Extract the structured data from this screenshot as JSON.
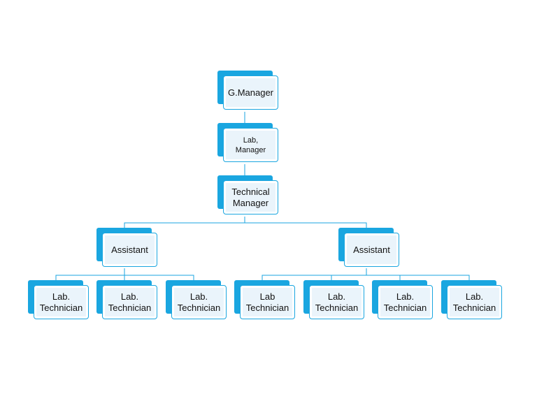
{
  "colors": {
    "accent": "#1aa6e0",
    "line": "#1aa6e0",
    "fill": "#eaf4fb"
  },
  "nodes": {
    "general_manager": {
      "label": "G.Manager"
    },
    "lab_manager": {
      "label": "Lab,\nManager"
    },
    "technical_manager": {
      "label": "Technical\nManager"
    },
    "assistant_left": {
      "label": "Assistant"
    },
    "assistant_right": {
      "label": "Assistant"
    },
    "tech_1": {
      "label": "Lab.\nTechnician"
    },
    "tech_2": {
      "label": "Lab.\nTechnician"
    },
    "tech_3": {
      "label": "Lab.\nTechnician"
    },
    "tech_4": {
      "label": "Lab\nTechnician"
    },
    "tech_5": {
      "label": "Lab.\nTechnician"
    },
    "tech_6": {
      "label": "Lab.\nTechnician"
    },
    "tech_7": {
      "label": "Lab.\nTechnician"
    }
  },
  "edges": [
    [
      "general_manager",
      "lab_manager"
    ],
    [
      "lab_manager",
      "technical_manager"
    ],
    [
      "technical_manager",
      "assistant_left"
    ],
    [
      "technical_manager",
      "assistant_right"
    ],
    [
      "assistant_left",
      "tech_1"
    ],
    [
      "assistant_left",
      "tech_2"
    ],
    [
      "assistant_left",
      "tech_3"
    ],
    [
      "assistant_right",
      "tech_4"
    ],
    [
      "assistant_right",
      "tech_5"
    ],
    [
      "assistant_right",
      "tech_6"
    ],
    [
      "assistant_right",
      "tech_7"
    ]
  ]
}
